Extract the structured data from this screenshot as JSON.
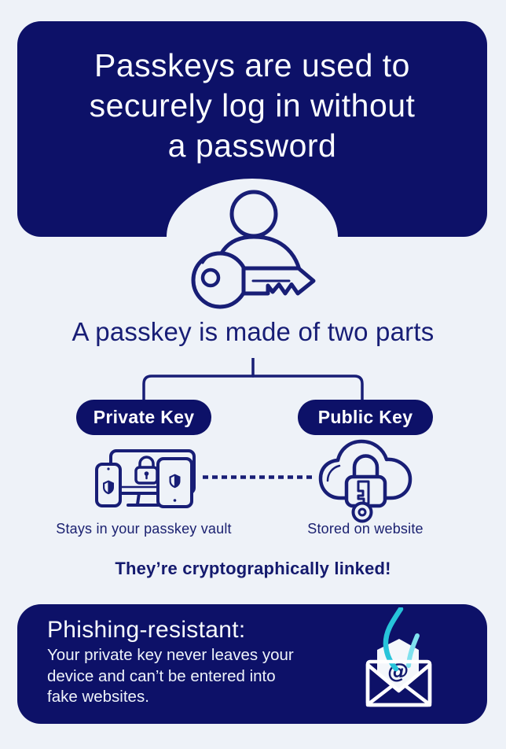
{
  "colors": {
    "card_navy": "#0d1168",
    "ink_navy": "#181e76",
    "background": "#eef2f8",
    "white": "#ffffff",
    "hook_teal": "#27c4da",
    "hook_teal_light": "#7fe1ee"
  },
  "header": {
    "title": "Passkeys are used to\nsecurely log in without\na password",
    "icon": "person-key-icon"
  },
  "diagram": {
    "heading": "A passkey is made of two parts",
    "branches": {
      "private": {
        "label": "Private Key",
        "caption": "Stays in your passkey vault",
        "icon": "devices-vault-icon"
      },
      "public": {
        "label": "Public Key",
        "caption": "Stored on website",
        "icon": "cloud-lock-icon"
      }
    },
    "connector": "dashed-link-line",
    "linked_note": "They’re cryptographically linked!"
  },
  "footer": {
    "heading": "Phishing-resistant:",
    "body": "Your private key never leaves your\ndevice and can’t be entered into\nfake websites.",
    "icon": "phishing-email-icon",
    "at_symbol": "@"
  }
}
